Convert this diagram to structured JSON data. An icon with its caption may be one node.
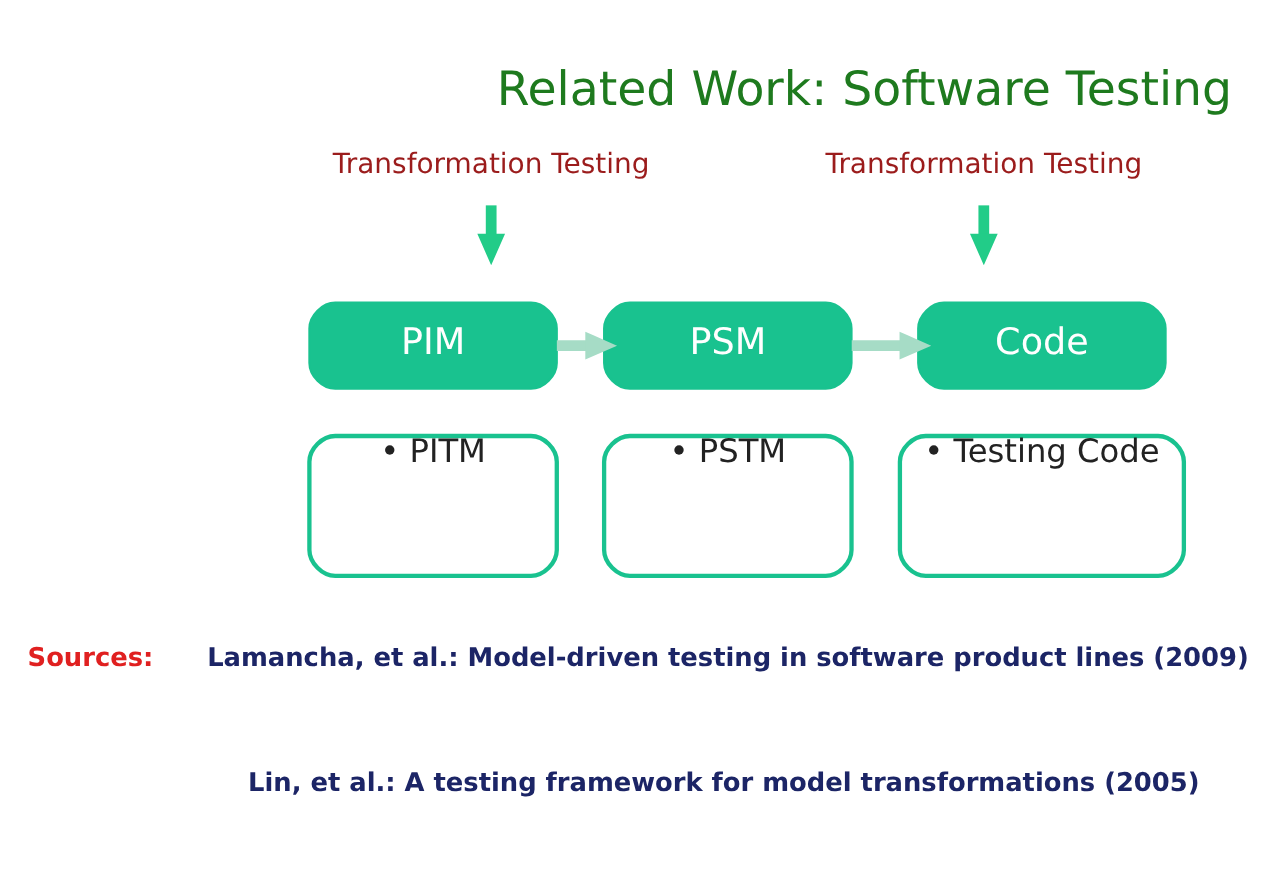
{
  "diagram": {
    "title": "Related Work: Software Testing",
    "nodes": [
      {
        "text": [
          "PIM"
        ]
      },
      {
        "text": [
          "• PITM"
        ]
      },
      {
        "text": [
          "PSM"
        ]
      },
      {
        "text": [
          "• PSTM"
        ]
      },
      {
        "text": [
          "Code"
        ]
      },
      {
        "text": [
          "• Testing Code"
        ]
      },
      {
        "text": [
          "Transformation Testing"
        ]
      },
      {
        "text": [
          "Transformation Testing"
        ]
      }
    ],
    "edges": [
      {
        "from": 0,
        "to": 2,
        "arrow": "to"
      },
      {
        "from": 2,
        "to": 4,
        "arrow": "to"
      },
      {
        "from": 6,
        "to": null,
        "arrow": "to",
        "color": "#22cc88"
      },
      {
        "from": 7,
        "to": null,
        "arrow": "to",
        "color": "#22cc88"
      }
    ],
    "labels": [
      "Sources:",
      "Lamancha, et al.: Model-driven testing in software product lines (2009)",
      "Lin, et al.: A testing framework for model transformations (2005)"
    ]
  }
}
